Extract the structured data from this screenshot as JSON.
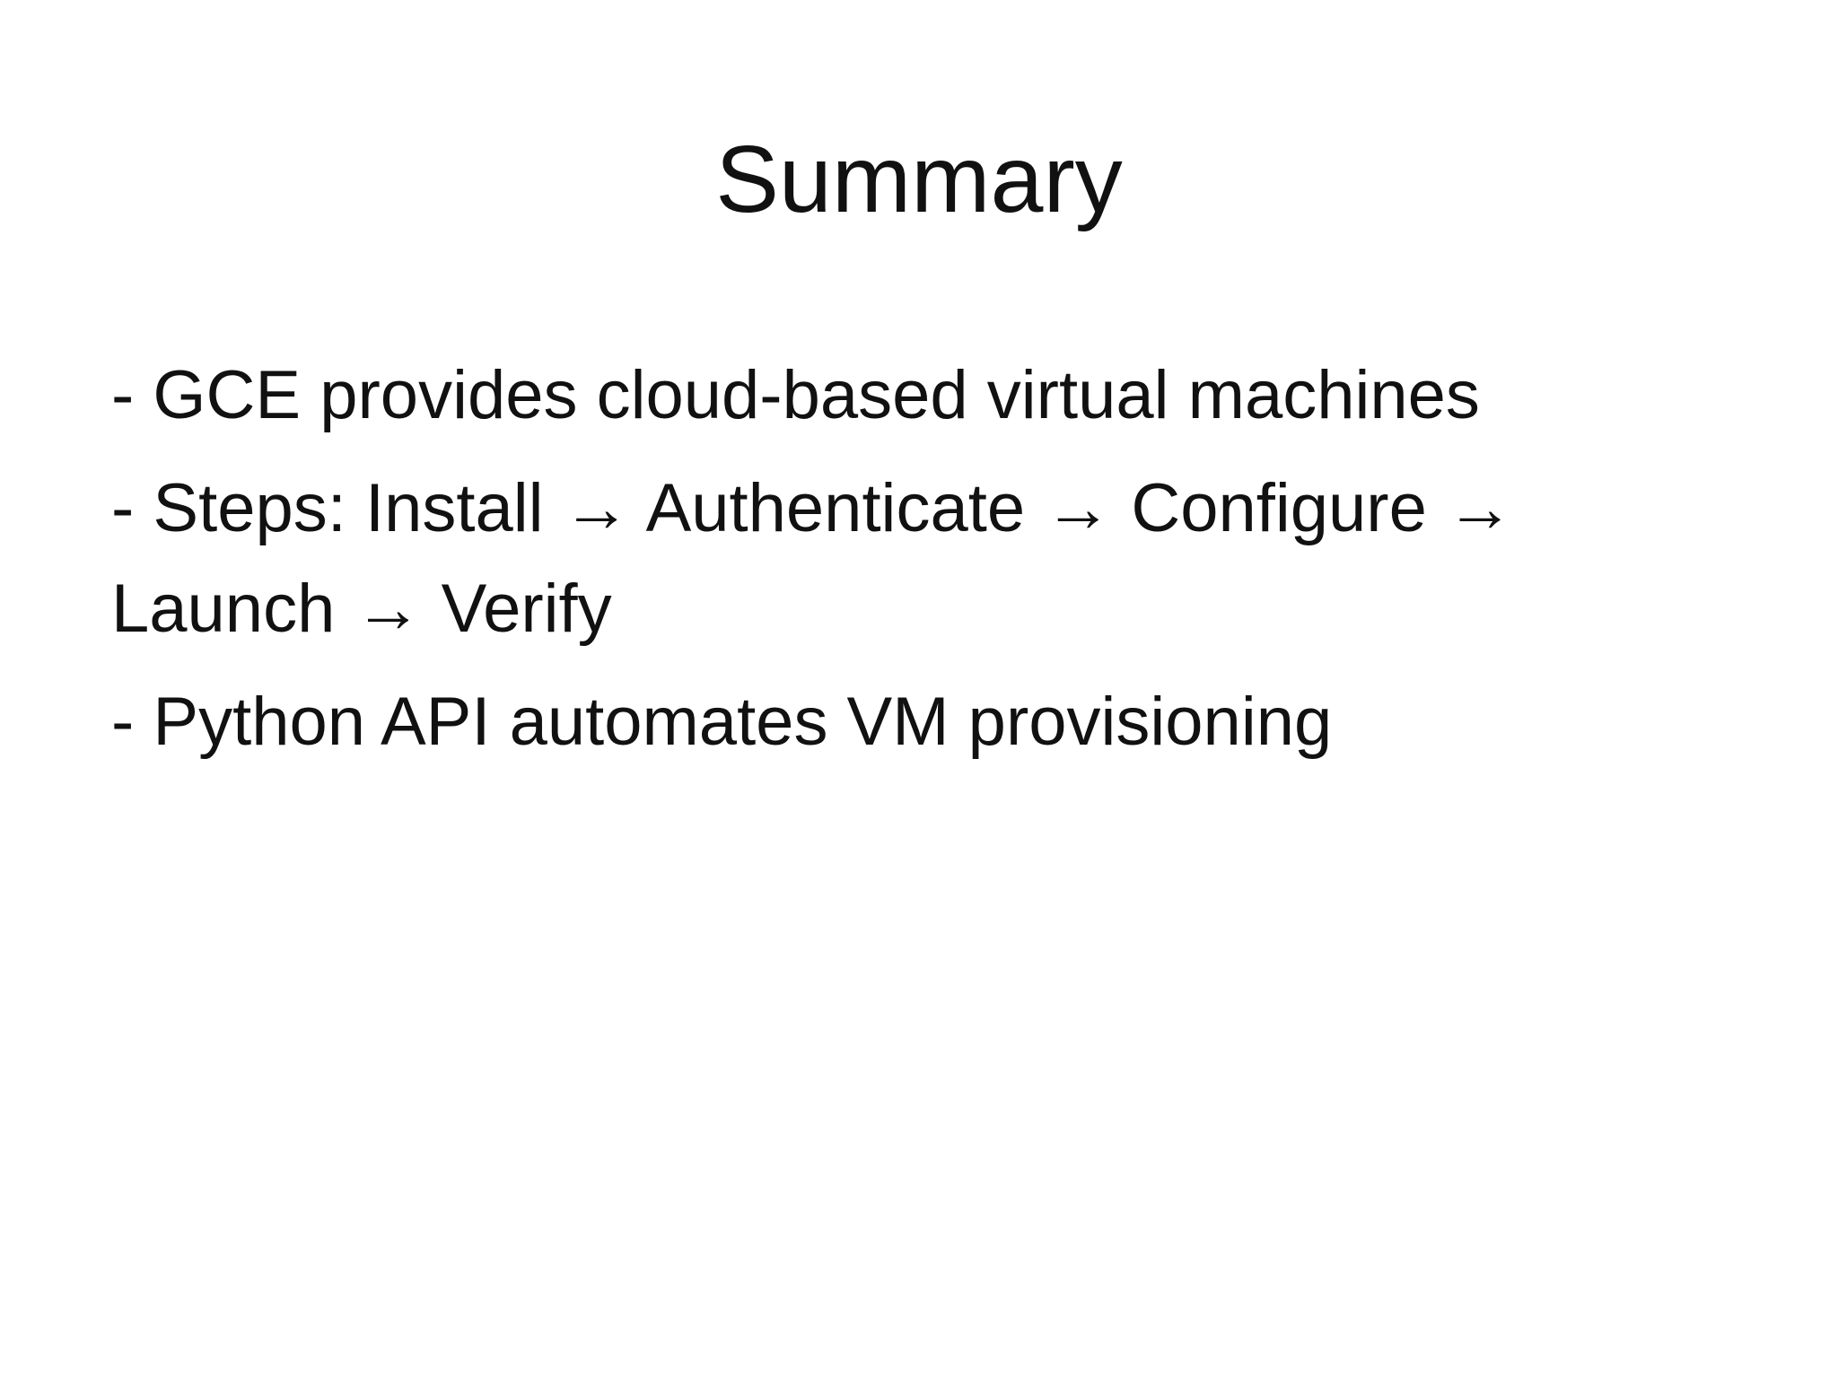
{
  "slide": {
    "title": "Summary",
    "bullets": [
      "- GCE provides cloud-based virtual machines",
      "- Steps: Install → Authenticate → Configure → Launch → Verify",
      "- Python API automates VM provisioning"
    ]
  }
}
